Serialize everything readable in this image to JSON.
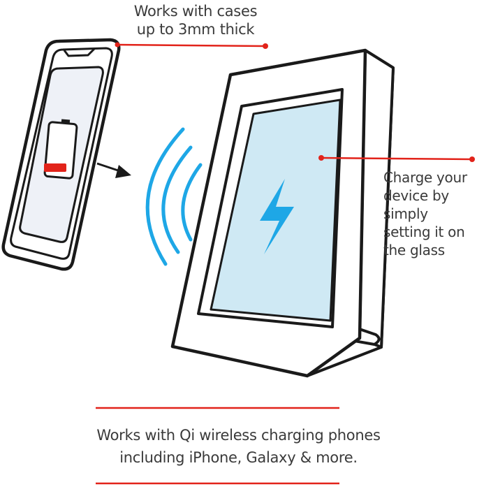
{
  "notes": {
    "case_lines": [
      "Works with cases",
      "up to 3mm thick"
    ],
    "glass_lines": [
      "Charge your",
      "device by",
      "simply",
      "setting it on",
      "the glass"
    ],
    "footer_lines": [
      "Works with Qi wireless charging phones",
      "including iPhone, Galaxy & more."
    ]
  },
  "colors": {
    "accent_red": "#e2231a",
    "wave_blue": "#1ea7e6",
    "glass_fill": "#cfe9f4",
    "screen_fill": "#eef1f7",
    "outline": "#1a1a1a",
    "text": "#3a3a3a"
  },
  "icons": {
    "phone": "phone-icon",
    "battery": "battery-low-icon",
    "bolt": "lightning-bolt-icon",
    "waves": "wireless-waves-icon",
    "arrow": "arrow-right-icon"
  }
}
